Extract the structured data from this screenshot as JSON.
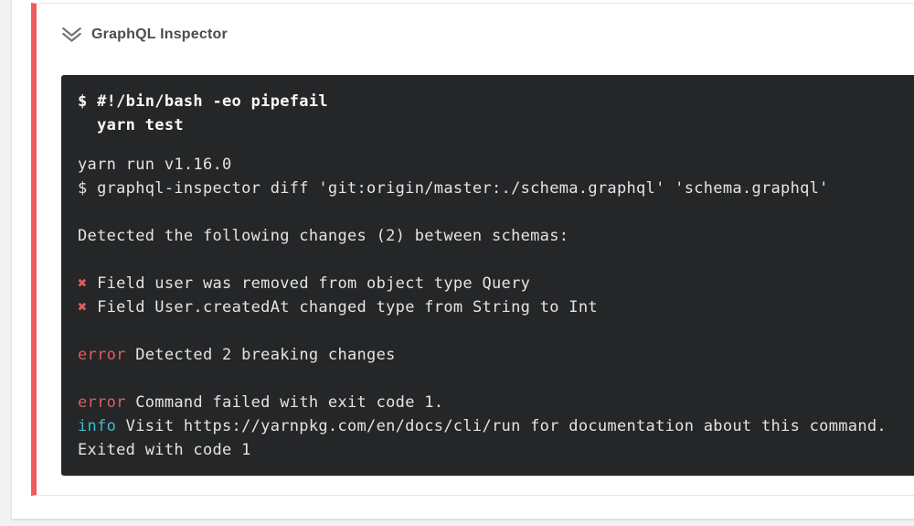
{
  "step": {
    "accent_color": "#ee5c5c",
    "header": {
      "title": "GraphQL Inspector",
      "icon": "chevron-double-down"
    },
    "terminal": {
      "background": "#242628",
      "colors": {
        "default": "#e4e4e4",
        "command": "#f8f8f8",
        "red": "#e05c5c",
        "cyan": "#3fbac6"
      },
      "command_lines": [
        "$ #!/bin/bash -eo pipefail",
        "  yarn test"
      ],
      "output_lines": [
        [
          {
            "t": "yarn run v1.16.0"
          }
        ],
        [
          {
            "t": "$ graphql-inspector diff 'git:origin/master:./schema.graphql' 'schema.graphql'"
          }
        ],
        [],
        [
          {
            "t": "Detected the following changes (2) between schemas:"
          }
        ],
        [],
        [
          {
            "t": "✖",
            "c": "red"
          },
          {
            "t": " Field user was removed from object type Query"
          }
        ],
        [
          {
            "t": "✖",
            "c": "red"
          },
          {
            "t": " Field User.createdAt changed type from String to Int"
          }
        ],
        [],
        [
          {
            "t": "error",
            "c": "red"
          },
          {
            "t": " Detected 2 breaking changes"
          }
        ],
        [],
        [
          {
            "t": "error",
            "c": "red"
          },
          {
            "t": " Command failed with exit code 1."
          }
        ],
        [
          {
            "t": "info",
            "c": "cyan"
          },
          {
            "t": " Visit https://yarnpkg.com/en/docs/cli/run for documentation about this command."
          }
        ],
        [
          {
            "t": "Exited with code 1"
          }
        ]
      ]
    }
  }
}
